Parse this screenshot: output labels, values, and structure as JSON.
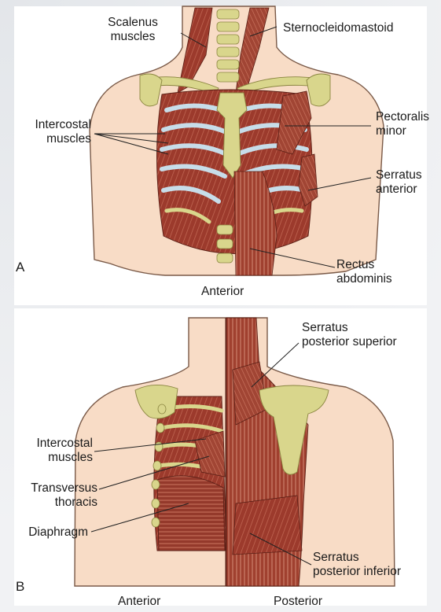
{
  "panel_a": {
    "letter": "A",
    "caption": "Anterior",
    "labels": {
      "scalenus_1": "Scalenus",
      "scalenus_2": "muscles",
      "scm": "Sternocleidomastoid",
      "intercostal_1": "Intercostal",
      "intercostal_2": "muscles",
      "pectoralis_1": "Pectoralis",
      "pectoralis_2": "minor",
      "serratus_ant_1": "Serratus",
      "serratus_ant_2": "anterior",
      "rectus_1": "Rectus",
      "rectus_2": "abdominis"
    }
  },
  "panel_b": {
    "letter": "B",
    "caption_left": "Anterior",
    "caption_right": "Posterior",
    "labels": {
      "sps_1": "Serratus",
      "sps_2": "posterior superior",
      "intercostal_1": "Intercostal",
      "intercostal_2": "muscles",
      "transversus_1": "Transversus",
      "transversus_2": "thoracis",
      "diaphragm": "Diaphragm",
      "spi_1": "Serratus",
      "spi_2": "posterior inferior"
    }
  },
  "colors": {
    "skin": "#f8dcc6",
    "skin_outline": "#7a5a48",
    "muscle": "#9c3a2c",
    "muscle_light": "#c46b57",
    "bone": "#d9d68c",
    "cartilage": "#c7dde9",
    "leader": "#222222"
  }
}
